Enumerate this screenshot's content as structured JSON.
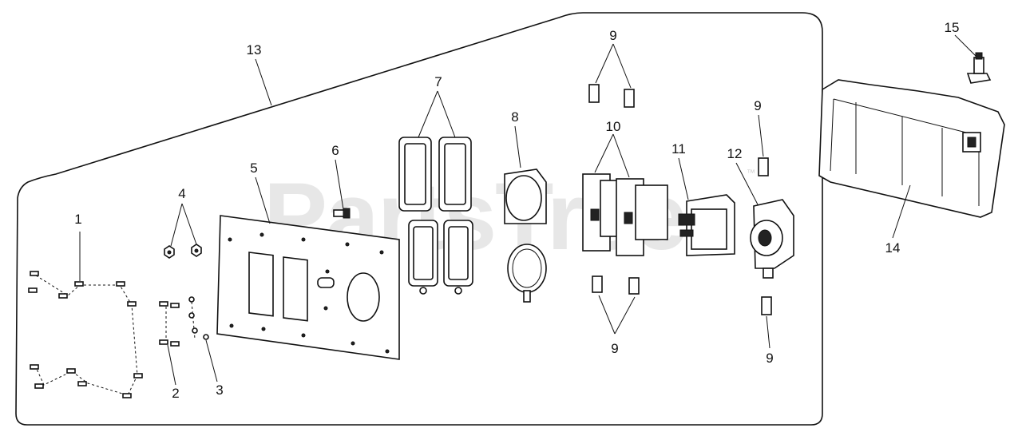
{
  "watermark": {
    "text": "PartsTree",
    "tm": "™"
  },
  "callouts": {
    "c1": "1",
    "c2": "2",
    "c3": "3",
    "c4": "4",
    "c5": "5",
    "c6": "6",
    "c7": "7",
    "c8": "8",
    "c9a": "9",
    "c9b": "9",
    "c9c": "9",
    "c9d": "9",
    "c10": "10",
    "c11": "11",
    "c12": "12",
    "c13": "13",
    "c14": "14",
    "c15": "15"
  }
}
